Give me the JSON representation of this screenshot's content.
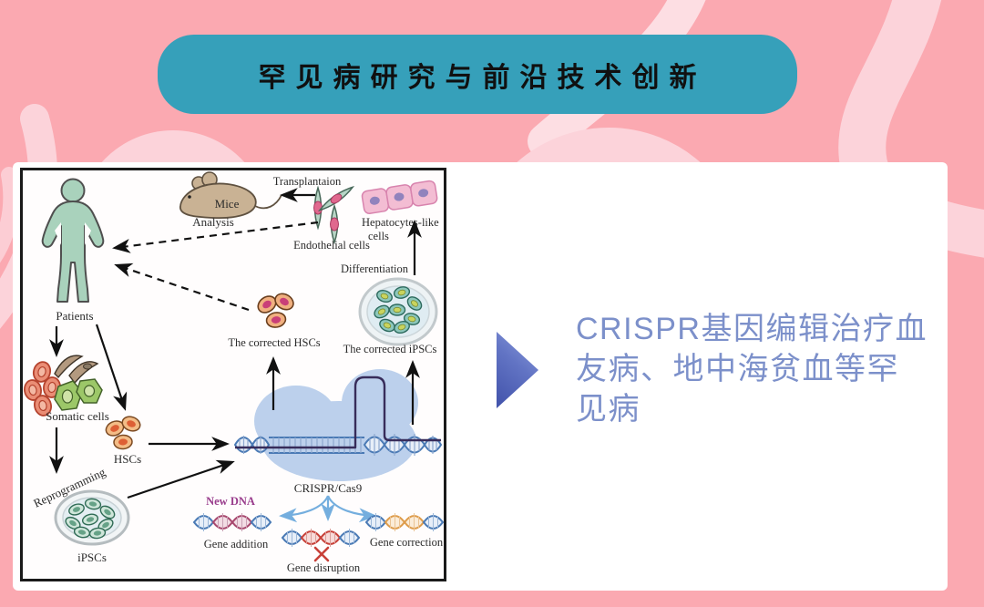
{
  "banner": {
    "title": "罕见病研究与前沿技术创新",
    "bg_color": "#36a0ba",
    "text_color": "#101010"
  },
  "background": {
    "pink": "#fba9b1",
    "squiggle_pink": "#fcd3da"
  },
  "callout": {
    "lines": [
      "CRISPR基因编辑治疗血",
      "友病、地中海贫血等罕",
      "见病"
    ],
    "text": "CRISPR基因编辑治疗血友病、地中海贫血等罕见病",
    "text_color": "#7c90ca",
    "pointer_icon": "right-triangle-pointer",
    "pointer_colors": [
      "#8f9fde",
      "#4152aa"
    ]
  },
  "diagram": {
    "labels": {
      "patients": "Patients",
      "mice": "Mice",
      "analysis": "Analysis",
      "transplantation": "Transplantaion",
      "endothelial": "Endothelial cells",
      "hepatocytes_1": "Hepatocytes-like",
      "hepatocytes_2": "cells",
      "differentiation": "Differentiation",
      "corrected_hscs": "The corrected HSCs",
      "corrected_ipscs": "The corrected iPSCs",
      "somatic": "Somatic cells",
      "hscs": "HSCs",
      "reprogramming": "Reprogramming",
      "ipscs": "iPSCs",
      "crispr": "CRISPR/Cas9",
      "new_dna": "New DNA",
      "gene_addition": "Gene addition",
      "gene_disruption": "Gene disruption",
      "gene_correction": "Gene correction"
    },
    "colors": {
      "cas9_blob": "#bcd0ec",
      "dna_strand": "#4a7ab5",
      "sgrna": "#372c5a",
      "addition_segment": "#a8486e",
      "disruption_segment": "#c84038",
      "correction_segment": "#de9c4b",
      "patient_body": "#a9d2bc",
      "mouse_body": "#c9b294",
      "hepatocyte": "#f3bdd3"
    }
  }
}
